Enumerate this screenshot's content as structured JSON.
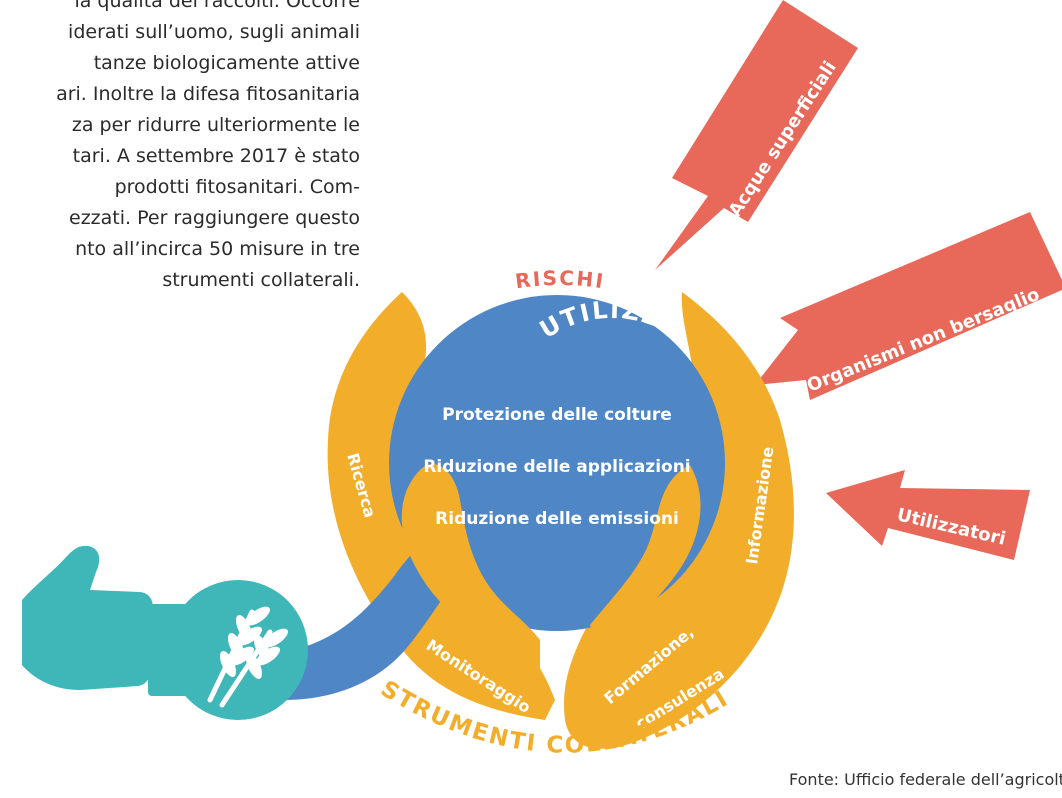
{
  "intro": {
    "lines": [
      "la qualità dei raccolti. Occorre",
      "iderati sull’uomo, sugli animali",
      "tanze biologicamente attive",
      "ari. Inoltre la difesa fitosanitaria",
      "za per ridurre ulteriormente le",
      "tari. A settembre 2017 è stato",
      "prodotti fitosanitari. Com-",
      "ezzati. Per raggiungere questo",
      "nto all’incirca 50 misure in tre",
      "strumenti collaterali."
    ]
  },
  "diagram": {
    "risks_title": "RISCHI",
    "use_title": "UTILIZZO",
    "use_items": [
      "Protezione delle colture",
      "Riduzione delle applicazioni",
      "Riduzione delle emissioni"
    ],
    "tools_title": "STRUMENTI COLLATERALI",
    "tools": [
      "Ricerca",
      "Monitoraggio",
      "Formazione,",
      "consulenza",
      "Informazione"
    ],
    "risk_arrows": [
      "Acque superficiali",
      "Organismi non bersaglio",
      "Utilizzatori"
    ],
    "icons": [
      "thumbs-up-icon",
      "wheat-icon"
    ]
  },
  "colors": {
    "circle": "#4f86c6",
    "hands": "#f2ae2b",
    "risk_arrows": "#e8685a",
    "risk_title": "#e8685a",
    "thumb": "#3fb6b8",
    "text": "#2b2b2b"
  },
  "source": "Fonte: Ufficio federale dell’agricoltura"
}
